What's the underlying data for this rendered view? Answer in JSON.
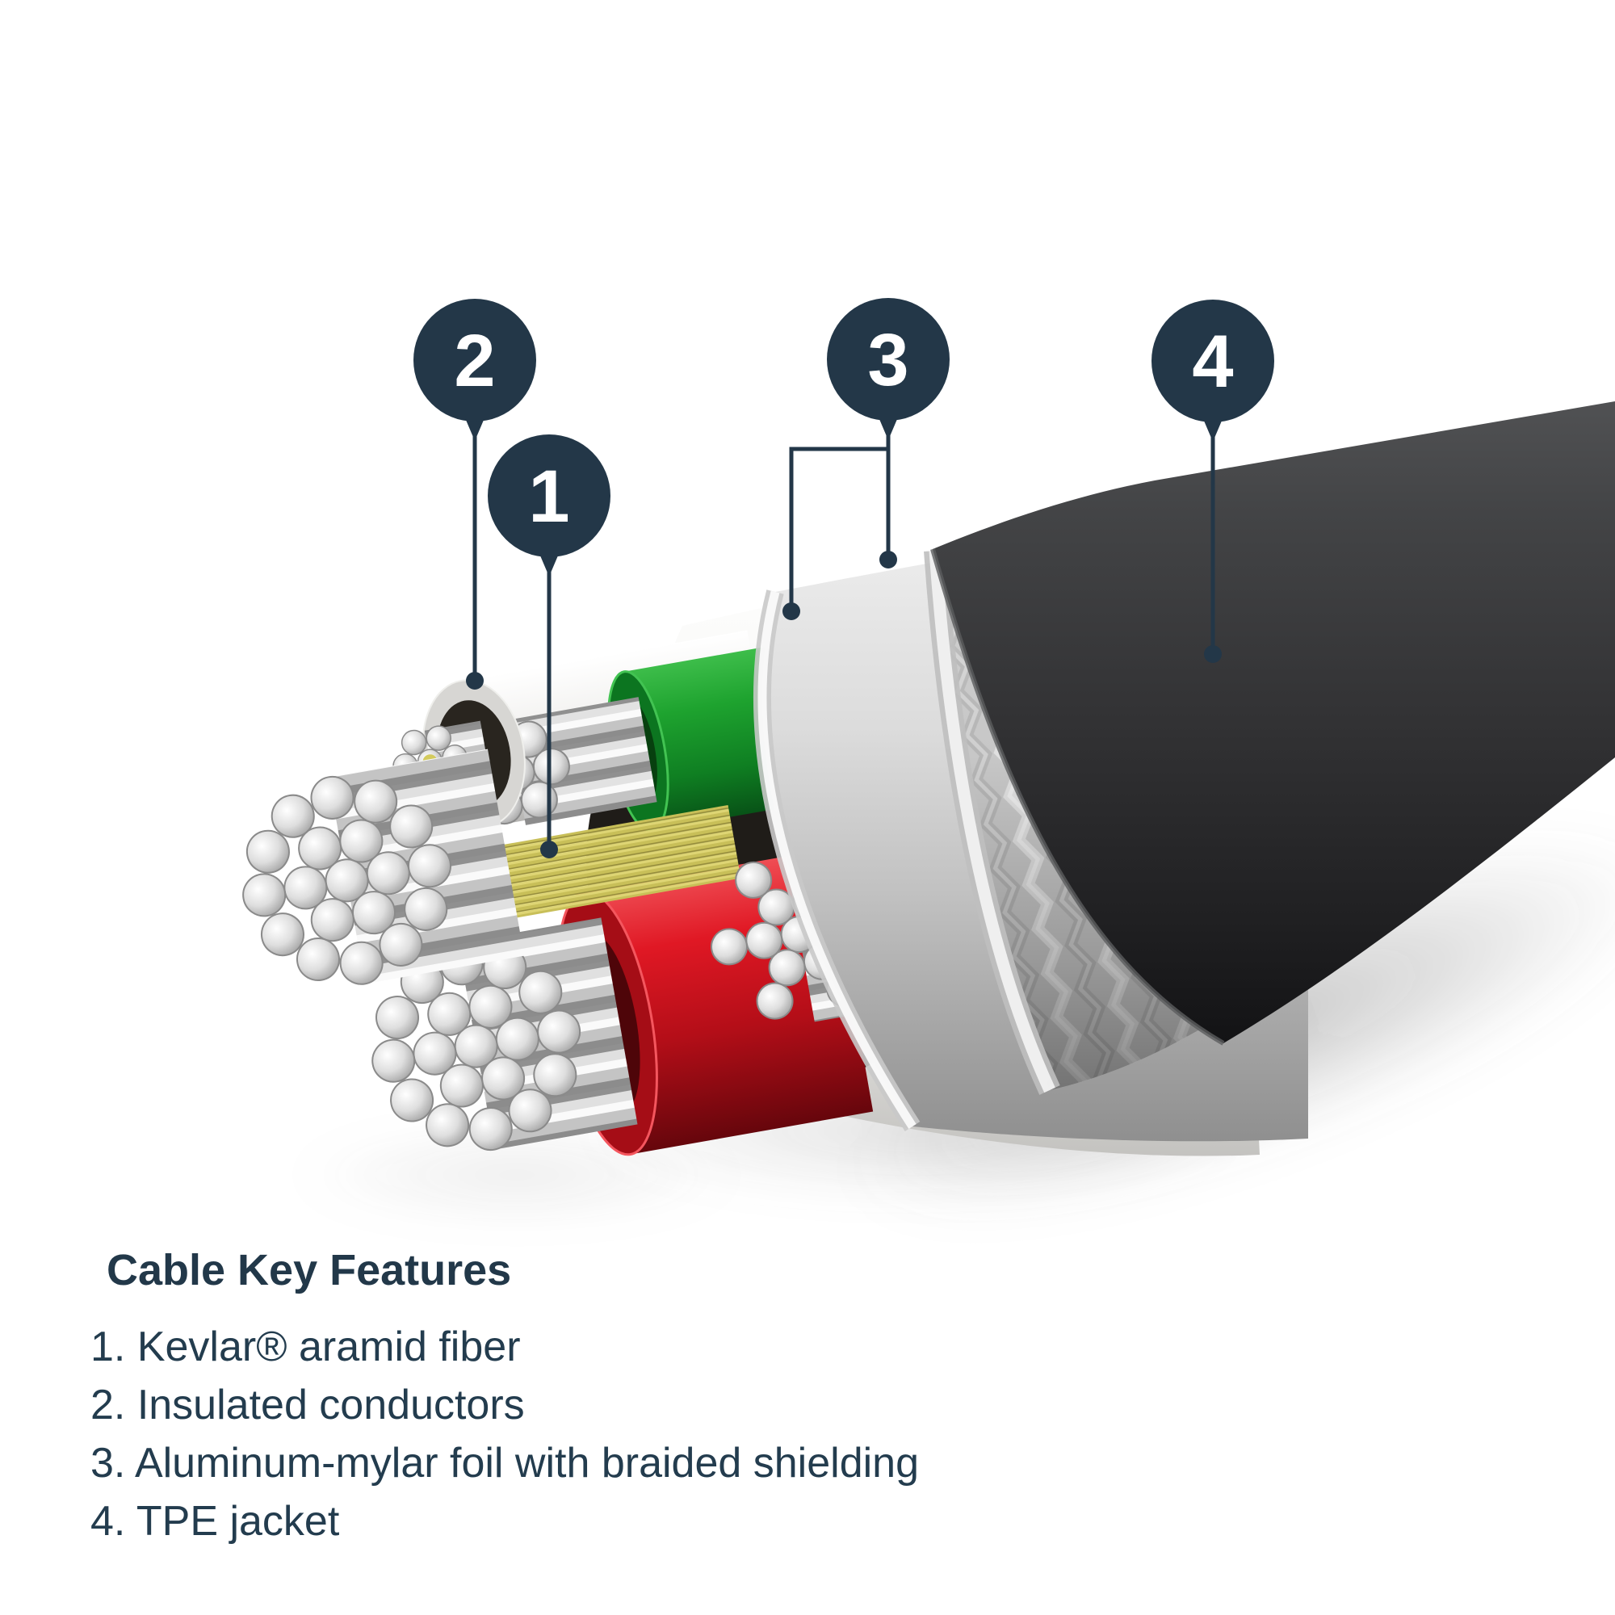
{
  "features": {
    "title": "Cable Key Features",
    "items": [
      {
        "label": "1. Kevlar® aramid fiber"
      },
      {
        "label": "2. Insulated conductors"
      },
      {
        "label": "3. Aluminum-mylar foil with braided shielding"
      },
      {
        "label": "4. TPE jacket"
      }
    ]
  },
  "callouts": [
    {
      "number": "1"
    },
    {
      "number": "2"
    },
    {
      "number": "3"
    },
    {
      "number": "4"
    }
  ],
  "colors": {
    "accent_navy": "#233748",
    "text": "#233c4e",
    "background": "#ffffff",
    "tpe_jacket": "#2f3032",
    "braided_shield": "#d6d6d6",
    "foil": "#c6c6c6",
    "insulation_white": "#f4f4f2",
    "conductor_green": "#169a2c",
    "conductor_red": "#cf1420",
    "kevlar_yellow": "#d5cc66",
    "strand_silver": "#d9d9d9"
  }
}
